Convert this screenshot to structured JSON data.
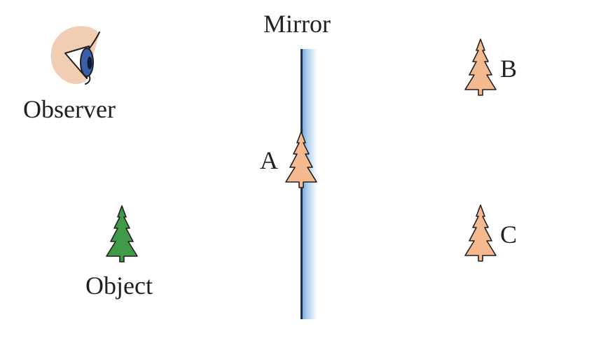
{
  "labels": {
    "mirror": "Mirror",
    "observer": "Observer",
    "object": "Object",
    "image_a": "A",
    "image_b": "B",
    "image_c": "C"
  },
  "colors": {
    "text": "#231f20",
    "outline": "#231f20",
    "object_tree": "#3f9b48",
    "image_tree": "#f4b98e",
    "observer_skin": "#f1cdb3",
    "observer_iris": "#3b5ea8",
    "mirror_glass": "#9fc6ea",
    "mirror_edge": "#1c2f57"
  },
  "icons": {
    "observer": "eye-icon",
    "object": "tree-icon",
    "image": "tree-icon"
  }
}
